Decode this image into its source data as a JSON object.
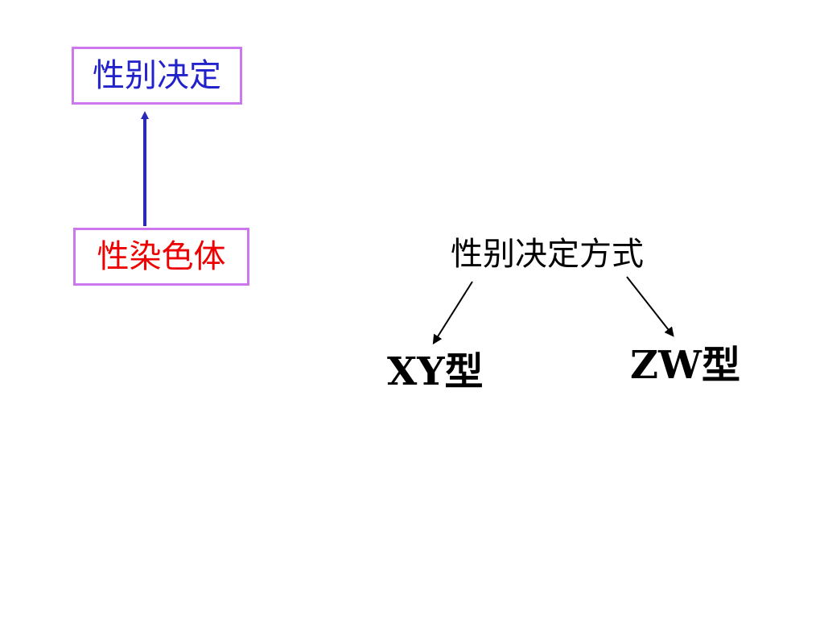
{
  "diagram": {
    "nodes": {
      "sex_determination": "性别决定",
      "sex_chromosome": "性染色体",
      "determination_method": "性别决定方式",
      "xy_type": "XY型",
      "zw_type": "ZW型"
    },
    "edges": [
      {
        "from": "sex_chromosome",
        "to": "sex_determination"
      },
      {
        "from": "determination_method",
        "to": "xy_type"
      },
      {
        "from": "determination_method",
        "to": "zw_type"
      }
    ]
  },
  "colors": {
    "box_border": "#cc77ee",
    "top_text": "#2222cc",
    "bottom_text": "#ee0000",
    "up_arrow": "#2a2ab8",
    "tree_arrows": "#000000"
  }
}
